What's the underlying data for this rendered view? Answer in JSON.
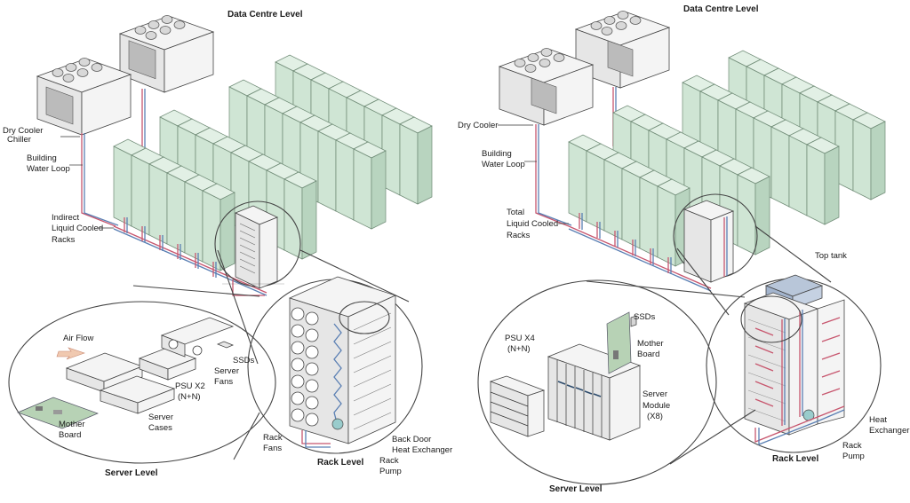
{
  "left": {
    "title": "Data Centre Level",
    "dry_cooler": "Dry Cooler",
    "chiller": "Chiller",
    "building": "Building",
    "water_loop": "Water Loop",
    "racks_1": "Indirect",
    "racks_2": "Liquid Cooled",
    "racks_3": "Racks",
    "air_flow": "Air Flow",
    "ssds": "SSDs",
    "server_fans_1": "Server",
    "server_fans_2": "Fans",
    "psu_1": "PSU X2",
    "psu_2": "(N+N)",
    "server_cases_1": "Server",
    "server_cases_2": "Cases",
    "mother_board_1": "Mother",
    "mother_board_2": "Board",
    "server_level": "Server Level",
    "rack_fans_1": "Rack",
    "rack_fans_2": "Fans",
    "rack_level": "Rack Level",
    "back_door_1": "Back Door",
    "back_door_2": "Heat Exchanger",
    "rack_pump_1": "Rack",
    "rack_pump_2": "Pump"
  },
  "right": {
    "title": "Data Centre Level",
    "dry_cooler": "Dry Cooler",
    "building": "Building",
    "water_loop": "Water Loop",
    "racks_1": "Total",
    "racks_2": "Liquid Cooled",
    "racks_3": "Racks",
    "top_tank": "Top tank",
    "psu_1": "PSU X4",
    "psu_2": "(N+N)",
    "ssds": "SSDs",
    "mother_board_1": "Mother",
    "mother_board_2": "Board",
    "server_module_1": "Server",
    "server_module_2": "Module",
    "server_module_3": "(X8)",
    "server_level": "Server Level",
    "rack_level": "Rack Level",
    "heat_exchanger_1": "Heat",
    "heat_exchanger_2": "Exchanger",
    "rack_pump_1": "Rack",
    "rack_pump_2": "Pump"
  }
}
